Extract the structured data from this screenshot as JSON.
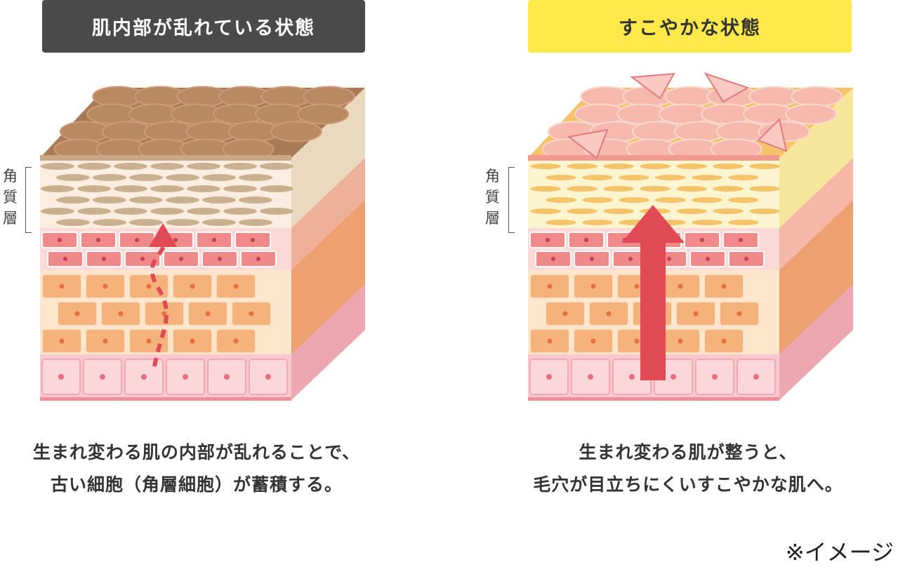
{
  "left_panel": {
    "title": "肌内部が乱れている状態",
    "layer_label": [
      "角",
      "質",
      "層"
    ],
    "caption_line1": "生まれ変わる肌の内部が乱れることで、",
    "caption_line2": "古い細胞（角層細胞）が蓄積する。"
  },
  "right_panel": {
    "title": "すこやかな状態",
    "layer_label": [
      "角",
      "質",
      "層"
    ],
    "caption_line1": "生まれ変わる肌が整うと、",
    "caption_line2": "毛穴が目立ちにくいすこやかな肌へ。"
  },
  "note": "※イメージ",
  "colors": {
    "dark_badge": "#4a4a4a",
    "yellow_badge": "#ffe94a",
    "arrow_red": "#e04a55"
  }
}
